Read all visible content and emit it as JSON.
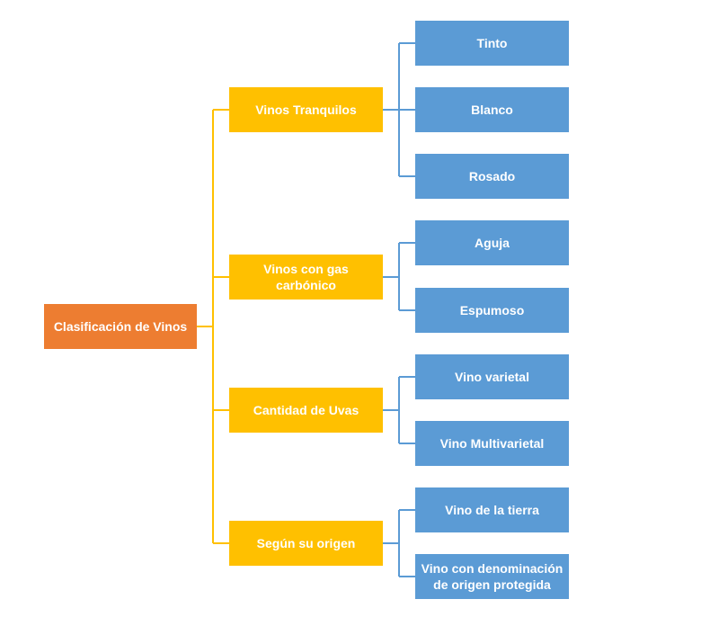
{
  "root": {
    "label": "Clasificación de Vinos",
    "color": "#ED7D31"
  },
  "category_color": "#FFC000",
  "leaf_color": "#5B9BD5",
  "categories": [
    {
      "label": "Vinos Tranquilos",
      "children": [
        "Tinto",
        "Blanco",
        "Rosado"
      ]
    },
    {
      "label": "Vinos con gas carbónico",
      "children": [
        "Aguja",
        "Espumoso"
      ]
    },
    {
      "label": "Cantidad de Uvas",
      "children": [
        "Vino varietal",
        "Vino Multivarietal"
      ]
    },
    {
      "label": "Según su origen",
      "children": [
        "Vino de la tierra",
        "Vino con denominación de origen protegida"
      ]
    }
  ]
}
